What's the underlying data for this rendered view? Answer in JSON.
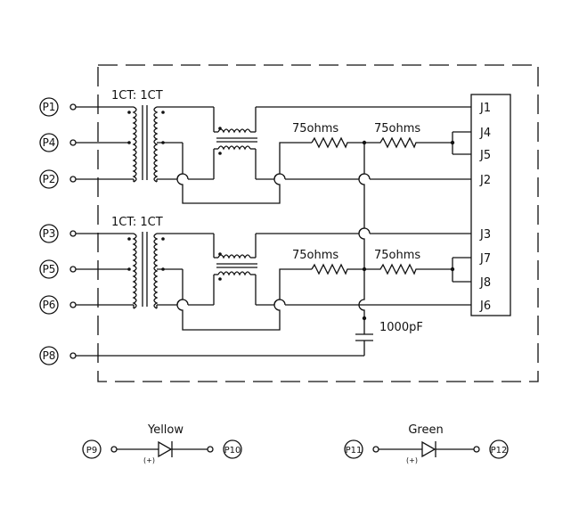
{
  "left_pins": [
    "P1",
    "P4",
    "P2",
    "P3",
    "P5",
    "P6",
    "P8"
  ],
  "connector_pins": [
    "J1",
    "J4",
    "J5",
    "J2",
    "J3",
    "J7",
    "J8",
    "J6"
  ],
  "transformer_ratio": "1CT: 1CT",
  "resistor_value": "75ohms",
  "capacitor_value": "1000pF",
  "leds": [
    {
      "color_label": "Yellow",
      "polarity": "(+)",
      "anode_pin": "P9",
      "cathode_pin": "P10"
    },
    {
      "color_label": "Green",
      "polarity": "(+)",
      "anode_pin": "P11",
      "cathode_pin": "P12"
    }
  ]
}
